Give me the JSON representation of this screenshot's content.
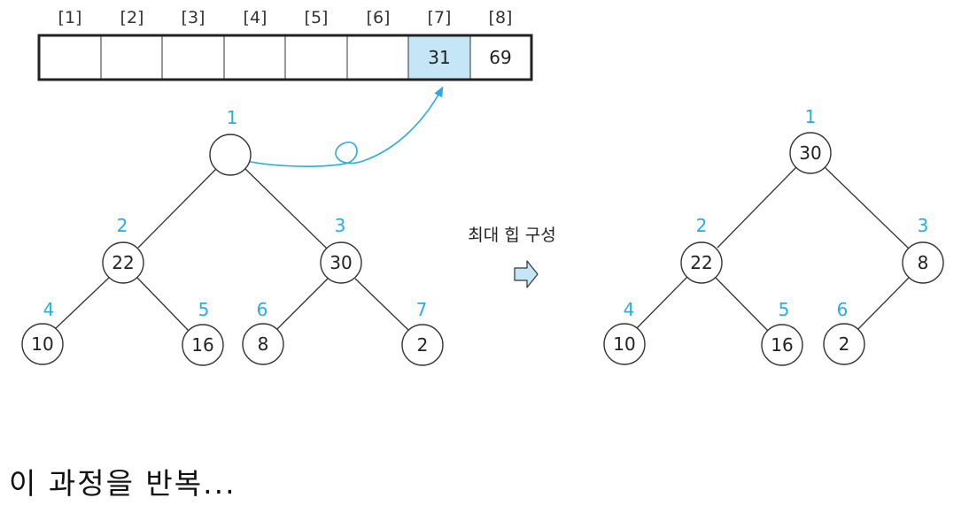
{
  "colors": {
    "accent": "#29abe2",
    "highlight_fill": "#c5e6f7",
    "arrow_fill": "#c5e6f7",
    "line": "#333333",
    "node_stroke": "#333333"
  },
  "array": {
    "index_labels": [
      "[1]",
      "[2]",
      "[3]",
      "[4]",
      "[5]",
      "[6]",
      "[7]",
      "[8]"
    ],
    "values": [
      "",
      "",
      "",
      "",
      "",
      "",
      "31",
      "69"
    ],
    "highlighted_index": 7
  },
  "heap_before": {
    "nodes": [
      {
        "num": "1",
        "value": ""
      },
      {
        "num": "2",
        "value": "22"
      },
      {
        "num": "3",
        "value": "30"
      },
      {
        "num": "4",
        "value": "10"
      },
      {
        "num": "5",
        "value": "16"
      },
      {
        "num": "6",
        "value": "8"
      },
      {
        "num": "7",
        "value": "2"
      }
    ]
  },
  "heap_after": {
    "nodes": [
      {
        "num": "1",
        "value": "30"
      },
      {
        "num": "2",
        "value": "22"
      },
      {
        "num": "3",
        "value": "8"
      },
      {
        "num": "4",
        "value": "10"
      },
      {
        "num": "5",
        "value": "16"
      },
      {
        "num": "6",
        "value": "2"
      }
    ]
  },
  "step_label": "최대 힙 구성",
  "caption": "이 과정을 반복..."
}
